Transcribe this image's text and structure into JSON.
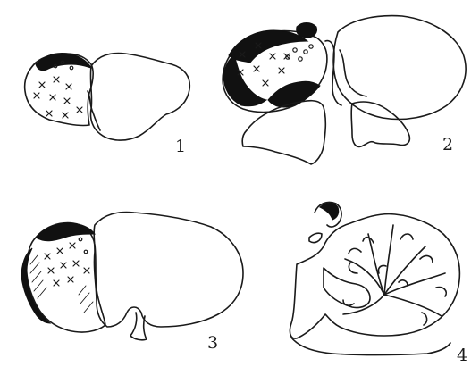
{
  "figure": {
    "panels": [
      {
        "label": "1"
      },
      {
        "label": "2"
      },
      {
        "label": "3"
      },
      {
        "label": "4"
      }
    ]
  }
}
